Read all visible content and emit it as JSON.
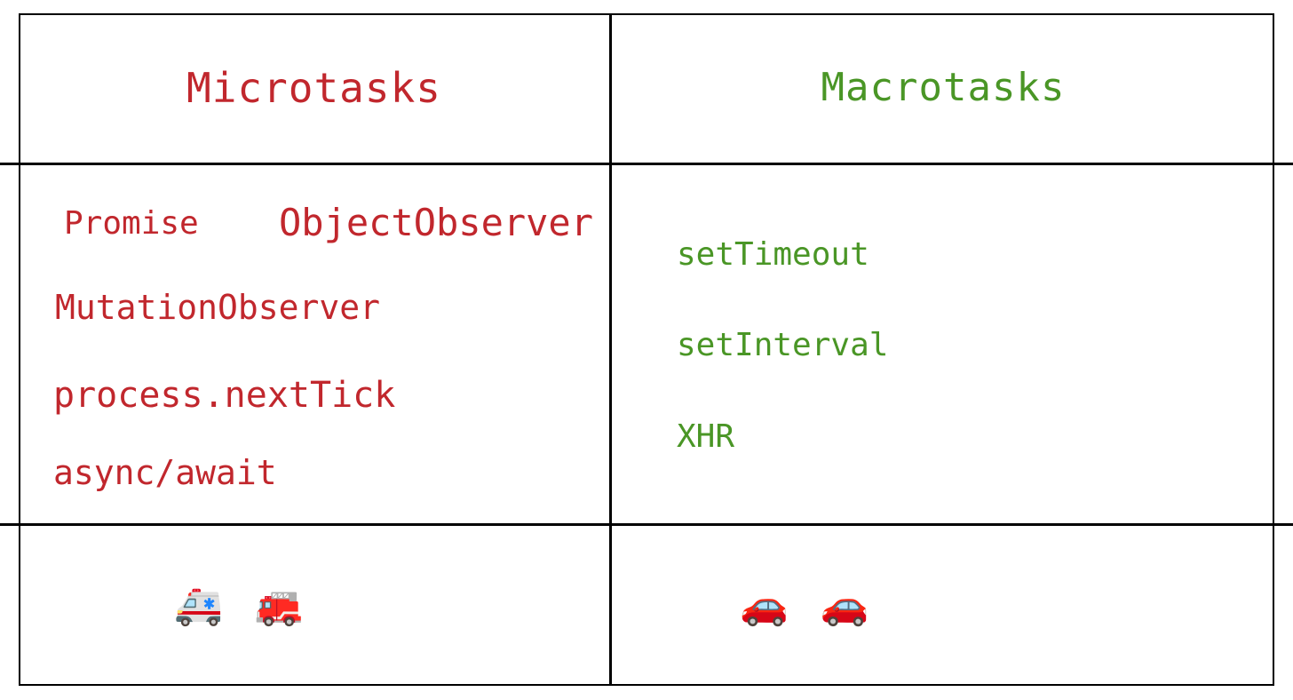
{
  "figure": {
    "kind": "comparison-table",
    "background": "#ffffff",
    "border_color": "#000000",
    "columns": 2,
    "rows": 3
  },
  "colors": {
    "microtask_red": "#c1272d",
    "macrotask_green": "#4a9626",
    "border": "#000000",
    "background": "#ffffff"
  },
  "columns": {
    "left": {
      "header": "Microtasks",
      "color": "#c1272d",
      "items": [
        {
          "label": "Promise"
        },
        {
          "label": "ObjectObserver"
        },
        {
          "label": "MutationObserver"
        },
        {
          "label": "process.nextTick"
        },
        {
          "label": "async/await"
        }
      ],
      "footer_emojis": [
        {
          "glyph": "🚑",
          "name": "ambulance-emoji"
        },
        {
          "glyph": "🚒",
          "name": "fire-engine-emoji"
        }
      ]
    },
    "right": {
      "header": "Macrotasks",
      "color": "#4a9626",
      "items": [
        {
          "label": "setTimeout"
        },
        {
          "label": "setInterval"
        },
        {
          "label": "XHR"
        }
      ],
      "footer_emojis": [
        {
          "glyph": "🚗",
          "name": "car-emoji"
        },
        {
          "glyph": "🚗",
          "name": "car-emoji"
        }
      ]
    }
  }
}
